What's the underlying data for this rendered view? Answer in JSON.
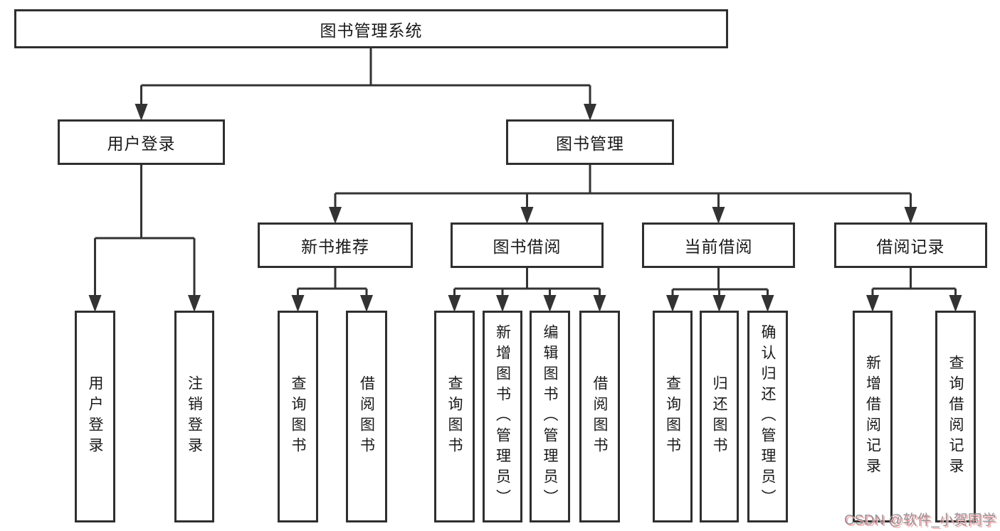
{
  "diagram": {
    "root": "图书管理系统",
    "level2": [
      {
        "label": "用户登录"
      },
      {
        "label": "图书管理"
      }
    ],
    "level3": [
      {
        "label": "新书推荐"
      },
      {
        "label": "图书借阅"
      },
      {
        "label": "当前借阅"
      },
      {
        "label": "借阅记录"
      }
    ],
    "leaves": [
      {
        "label": "用户登录"
      },
      {
        "label": "注销登录"
      },
      {
        "label": "查询图书"
      },
      {
        "label": "借阅图书"
      },
      {
        "label": "查询图书"
      },
      {
        "label": "新增图书（管理员）"
      },
      {
        "label": "编辑图书（管理员）"
      },
      {
        "label": "借阅图书"
      },
      {
        "label": "查询图书"
      },
      {
        "label": "归还图书"
      },
      {
        "label": "确认归还（管理员）"
      },
      {
        "label": "新增借阅记录"
      },
      {
        "label": "查询借阅记录"
      }
    ]
  },
  "watermark": "CSDN @软件_小贺同学",
  "colors": {
    "box_border": "#2f2f2f",
    "connector_line": "#333333",
    "node_text": "#1a1a1a",
    "watermark_text": "#94949a",
    "watermark_shadow": "#ffadad",
    "background": "#ffffff"
  }
}
